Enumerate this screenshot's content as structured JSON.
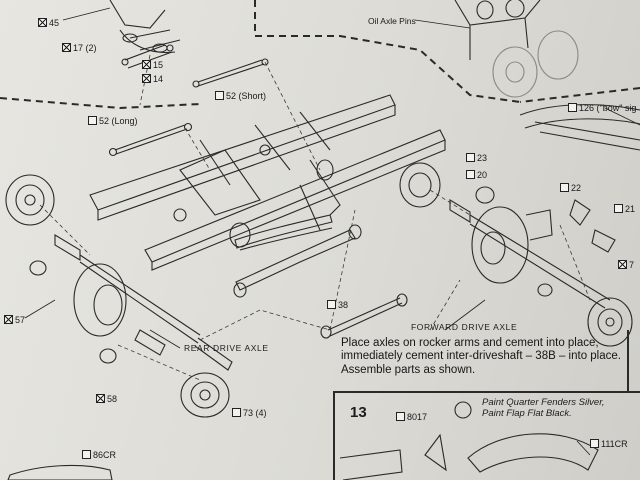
{
  "part_labels": {
    "p45": "45",
    "p17": "17 (2)",
    "p15": "15",
    "p14": "14",
    "p52short": "52 (Short)",
    "p52long": "52 (Long)",
    "p23": "23",
    "p20": "20",
    "p22": "22",
    "p21": "21",
    "p7": "7",
    "p57": "57",
    "p38": "38",
    "p58": "58",
    "p73": "73 (4)",
    "p126": "126 (\"bow\" sig",
    "p8017": "8017",
    "p111cr": "111CR",
    "p86cr": "86CR"
  },
  "callouts": {
    "oil_axle_pins": "Oil Axle Pins",
    "rear_drive_axle": "REAR DRIVE AXLE",
    "forward_drive_axle": "FORWARD DRIVE AXLE"
  },
  "instructions": {
    "line1": "Place axles on rocker arms and cement into place,",
    "line2": "immediately cement inter-driveshaft – 38B – into place.",
    "line3": "Assemble parts as shown."
  },
  "step13": {
    "number": "13",
    "paint_line1": "Paint Quarter Fenders Silver,",
    "paint_line2": "Paint Flap Flat Black."
  }
}
